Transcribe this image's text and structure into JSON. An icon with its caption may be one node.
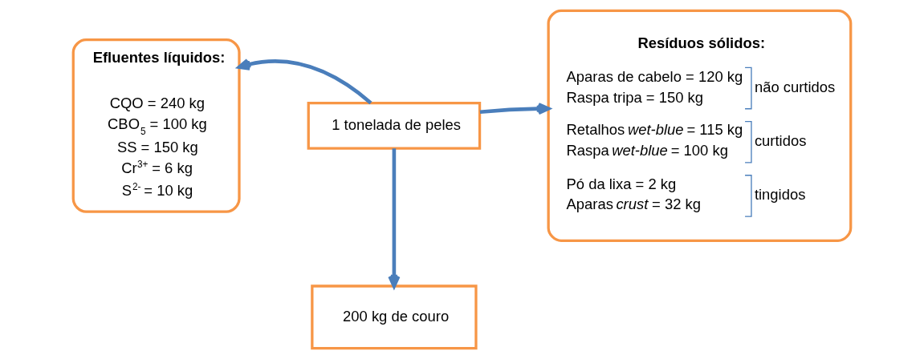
{
  "diagram": {
    "nodes": [
      {
        "text": [
          "Efluentes líquidos:",
          "CQO = 240 kg",
          "CBO$_{5}$ = 100 kg",
          "SS = 150 kg",
          "Cr$^{3+}$ = 6 kg",
          "S$^{2-}$ = 10 kg"
        ]
      },
      {
        "text": [
          "1 tonelada de peles"
        ]
      },
      {
        "text": [
          "Resíduos sólidos:",
          "Aparas de cabelo = 120 kg",
          "Raspa tripa = 150 kg",
          "não curtidos",
          "Retalhos *wet-blue* = 115 kg",
          "Raspa *wet-blue* = 100 kg",
          "curtidos",
          "Pó da lixa = 2 kg",
          "Aparas *crust* = 32 kg",
          "tingidos"
        ]
      },
      {
        "text": [
          "200 kg de couro"
        ]
      }
    ],
    "edges": [
      {
        "from": 1,
        "to": 0,
        "arrow": "to"
      },
      {
        "from": 1,
        "to": 2,
        "arrow": "to"
      },
      {
        "from": 1,
        "to": 3,
        "arrow": "to"
      }
    ]
  }
}
